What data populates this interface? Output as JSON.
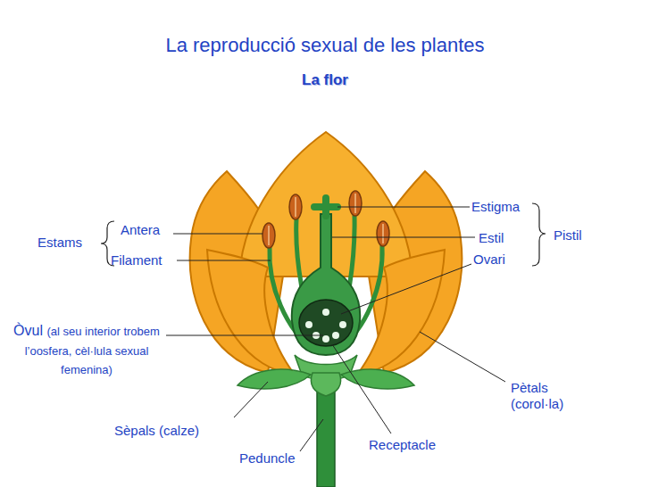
{
  "diagram": {
    "title": "La reproducció sexual de les plantes",
    "labels": [
      "La flor",
      "Estigma",
      "Estams",
      "Antera",
      "Estil",
      "Pistil",
      "Filament",
      "Ovari",
      "Òvul",
      "(al seu interior trobem l’oosfera, cèl·lula sexual femenina)",
      "Pètals (corol·la)",
      "Sèpals (calze)",
      "Receptacle",
      "Peduncle"
    ]
  }
}
